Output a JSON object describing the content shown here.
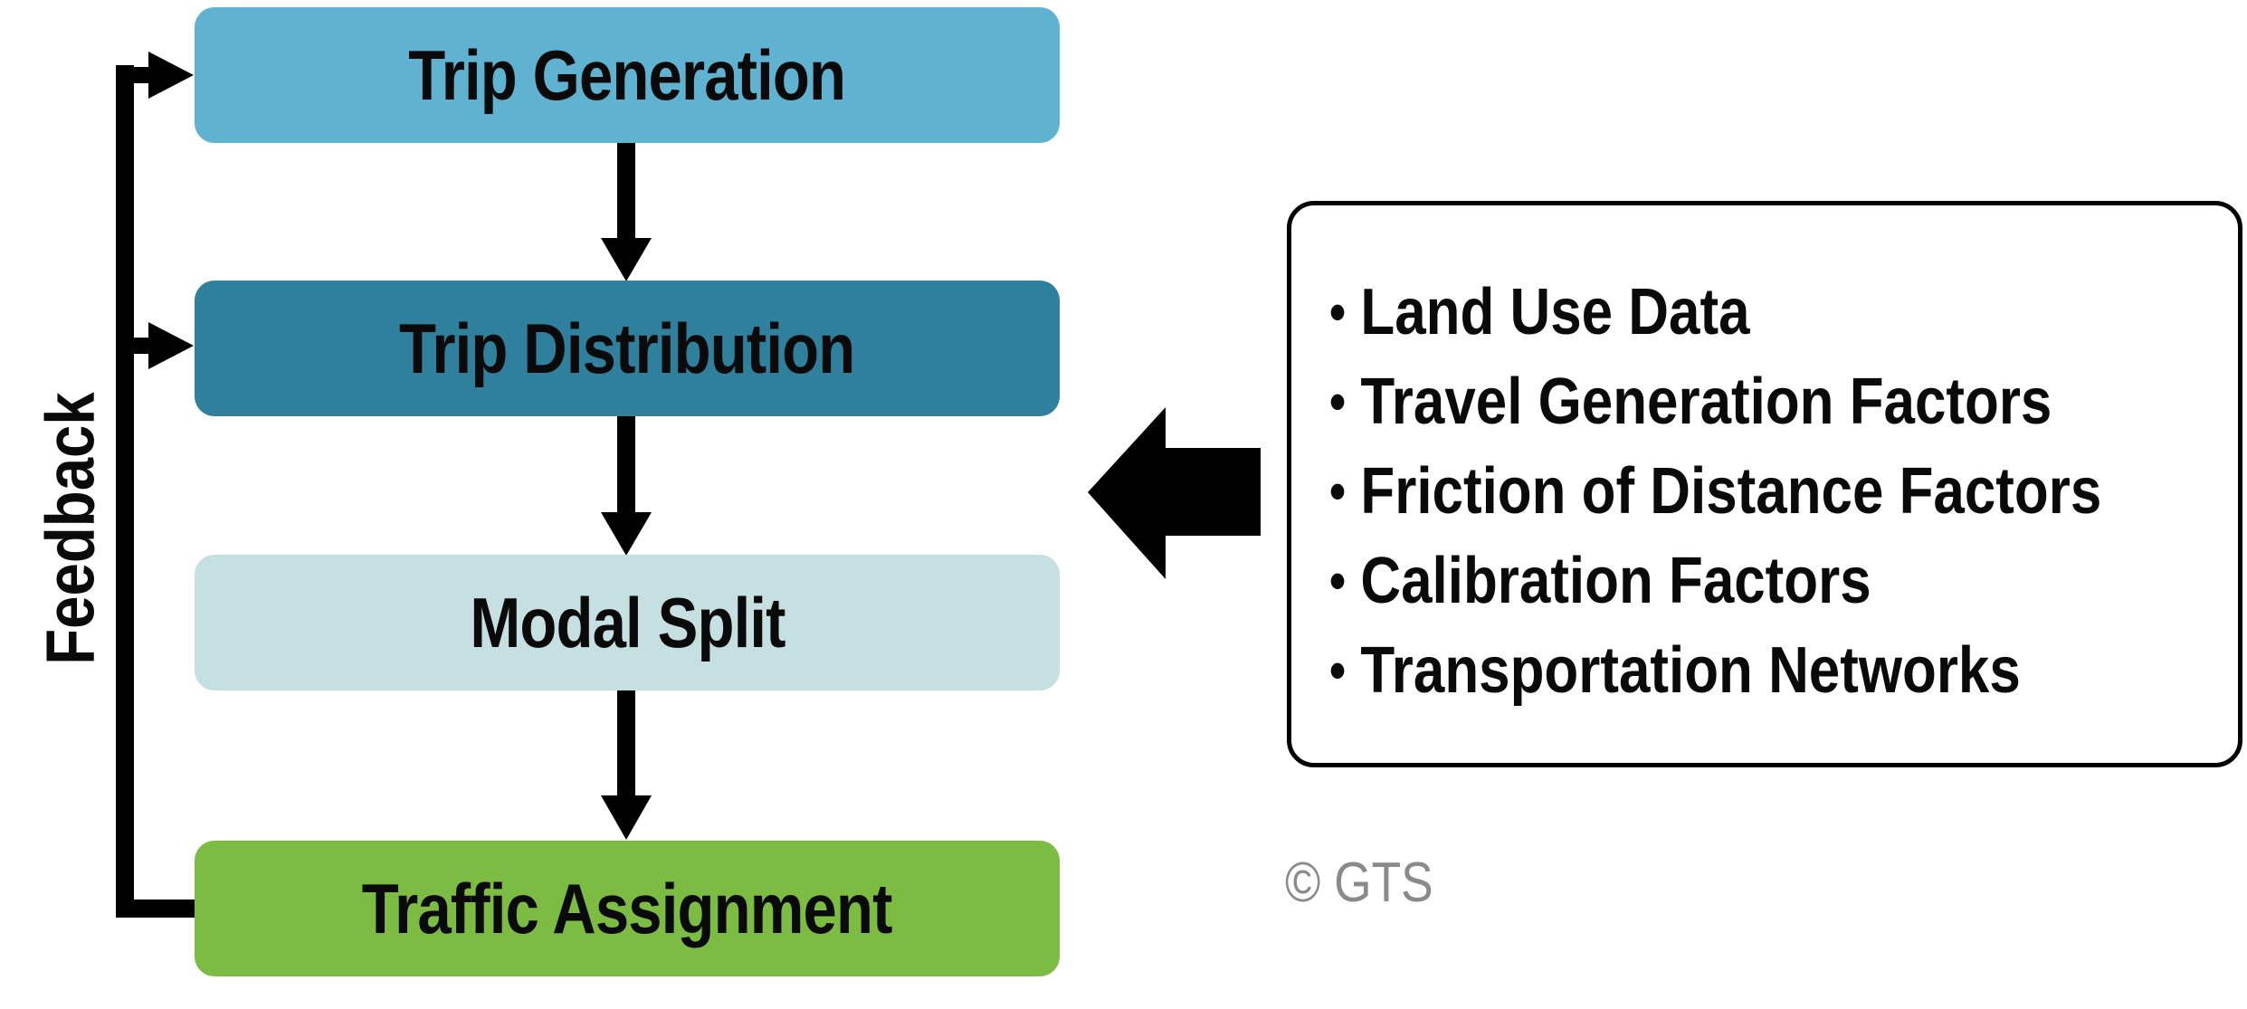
{
  "steps": [
    {
      "label": "Trip Generation",
      "color": "#5fb3d1"
    },
    {
      "label": "Trip Distribution",
      "color": "#2f809c"
    },
    {
      "label": "Modal Split",
      "color": "#c6dfe0"
    },
    {
      "label": "Traffic Assignment",
      "color": "#7cbc42"
    }
  ],
  "feedback": {
    "label": "Feedback"
  },
  "inputs": {
    "items": [
      "Land Use Data",
      "Travel Generation Factors",
      "Friction of Distance Factors",
      "Calibration Factors",
      "Transportation Networks"
    ]
  },
  "copyright": "© GTS",
  "colors": {
    "arrow": "#000000",
    "copyright": "#8a8a8a"
  }
}
